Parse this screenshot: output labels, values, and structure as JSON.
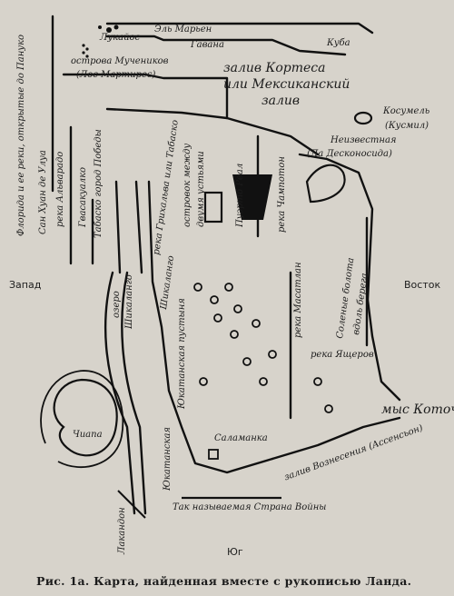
{
  "map": {
    "labels": {
      "lukaios": "Лукайос",
      "el_marien": "Эль Марьен",
      "gavana": "Гавана",
      "kuba": "Куба",
      "islands_martyrs_1": "острова Мучеников",
      "islands_martyrs_2": "(Лос Мартирес)",
      "gulf_1": "залив Кортеса",
      "gulf_2": "или Мексиканский",
      "gulf_3": "залив",
      "cozumel_1": "Косумель",
      "cozumel_2": "(Кусмил)",
      "unknown_1": "Неизвестная",
      "unknown_2": "(Ла Десконосида)",
      "florida": "Флорида и ее реки, открытые до Пануко",
      "san_juan_1": "Сан Хуан де Улуа",
      "alvarado": "река Альварадо",
      "guasacualco": "Гвасакуалко",
      "tabasco_victory": "Табаско город Победы",
      "grijalva": "река Грихальва или Табаско",
      "islet_between_1": "островок между",
      "islet_between_2": "двумя устьями",
      "puerto_real": "Пуэрто Реал",
      "champoton": "река Чампотон",
      "salt_marshes_1": "Соленые болота",
      "salt_marshes_2": "вдоль берега",
      "west": "Запад",
      "east": "Восток",
      "lake_1": "озеро",
      "lake_2": "Шикаланго",
      "shikalango": "Шикаланго",
      "yukatan_desert": "Юкатанская пустыня",
      "masatlan": "река Масатлан",
      "lizards": "река Ящеров",
      "cape_catoche": "мыс Коточ",
      "chiapa": "Чиапа",
      "yukatanskaya": "Юкатанская",
      "salamanca": "Саламанка",
      "ascension_gulf": "залив Вознесения (Ассенсьон)",
      "lakandon": "Лакандон",
      "war_land": "Так называемая Страна Войны",
      "south": "Юг"
    },
    "caption": "Рис. 1а. Карта, найденная вместе с рукописью Ланда."
  }
}
